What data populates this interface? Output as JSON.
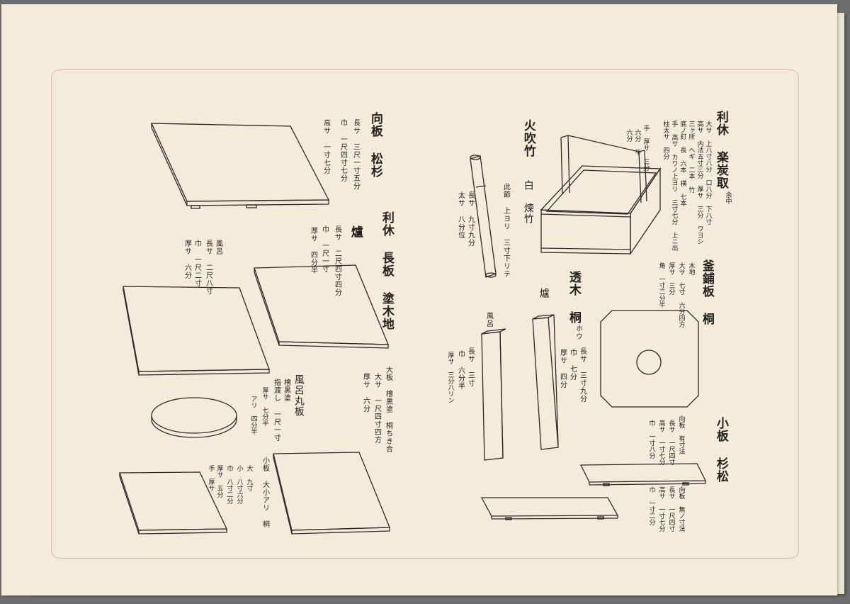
{
  "labels": {
    "mukouita_title": "向板 松杉",
    "mukouita_len": "長サ 三尺一寸五分",
    "mukouita_width": "巾 一尺四寸七分",
    "mukouita_height": "高サ 一寸七分",
    "nagaita_title": "利休 長板 塗木地",
    "ro_title": "爐",
    "ro_len": "長サ 二尺四寸四分",
    "ro_width": "巾 一尺一寸",
    "ro_thick": "厚サ 四分半",
    "furo_title": "風呂",
    "furo_len": "長サ 二尺八寸",
    "furo_width": "巾 一尺二寸",
    "furo_thick": "厚サ 六分",
    "furomaru_title": "風呂丸板",
    "furomaru_mat": "檜黒塗",
    "furomaru_dia": "指渡し 一尺一寸",
    "furomaru_thick": "厚サ 七分半",
    "furomaru_ari": "アリ 四分半",
    "ooita_title": "大板 檜黒塗 桐ちき合",
    "ooita_size": "大サ 一尺四寸四方",
    "ooita_thick": "厚サ 六分",
    "koita_small_title": "小板 大小アリ 桐",
    "koita_dai": "大 九寸",
    "koita_sho": "小 八寸六分",
    "koita_width": "巾 八寸二分",
    "koita_thick": "厚サ 五分",
    "koita_te": "手 厚サ",
    "hifukidake_title": "火吹竹",
    "hifukidake_mat": "白 煉竹",
    "hifukidake_node": "此節 上ヨリ 三寸下リテ",
    "hifukidake_len": "長サ 九寸九分",
    "hifukidake_thick": "太サ 八分位",
    "sumitori_title": "利休 楽炭取",
    "sumitori_l1": "大サ 上八寸八分 口八分 下八寸",
    "sumitori_l2": "高サ 内法五寸三分 厚サ 三分 ワヨシ",
    "sumitori_l3": "三ヶ所 ヘギ 二本 竹",
    "sumitori_l4": "底ノ釘 長 六本 横 七本",
    "sumitori_l5": "手 高サ カワノ上ヨリ 三寸七分 上ニ出",
    "sumitori_l6": "柱太サ 四分",
    "sumitori_note": "余中",
    "sumitori_te1": "手 厚サ 三分",
    "sumitori_te2": "六分 半",
    "sumitori_te3": "六分",
    "sukiki_title": "透木 桐",
    "sukiki_hou": "ホウ",
    "sukiki_ro": "爐",
    "sukiki_furo": "風呂",
    "sukiki_len1": "長サ 三寸九分",
    "sukiki_width1": "巾 七分",
    "sukiki_thick1": "厚サ 四分",
    "sukiki_len2": "長サ 三寸",
    "sukiki_width2": "巾 六分半",
    "sukiki_thick2": "厚サ 三分八リン",
    "kamashiki_title": "釜鋪板 桐",
    "kamashiki_mat": "木地",
    "kamashiki_size": "大サ 七寸 六分四方",
    "kamashiki_thick": "厚サ 三分",
    "kamashiki_corner": "角 一寸二分半",
    "koita_title": "小板 杉松",
    "koita_a1": "向板 有寸法",
    "koita_a2": "長サ 一尺四寸",
    "koita_a3": "高サ 一寸七分",
    "koita_a4": "巾 一寸八分",
    "koita_b1": "向板 無ノ寸法",
    "koita_b2": "長サ 一尺四寸",
    "koita_b3": "高サ 一寸七分",
    "koita_b4": "巾 一寸二分"
  },
  "colors": {
    "paper": "#f3ecdb",
    "frame": "#e4b9ad",
    "ink": "#222222",
    "background": "#6e6e70"
  }
}
